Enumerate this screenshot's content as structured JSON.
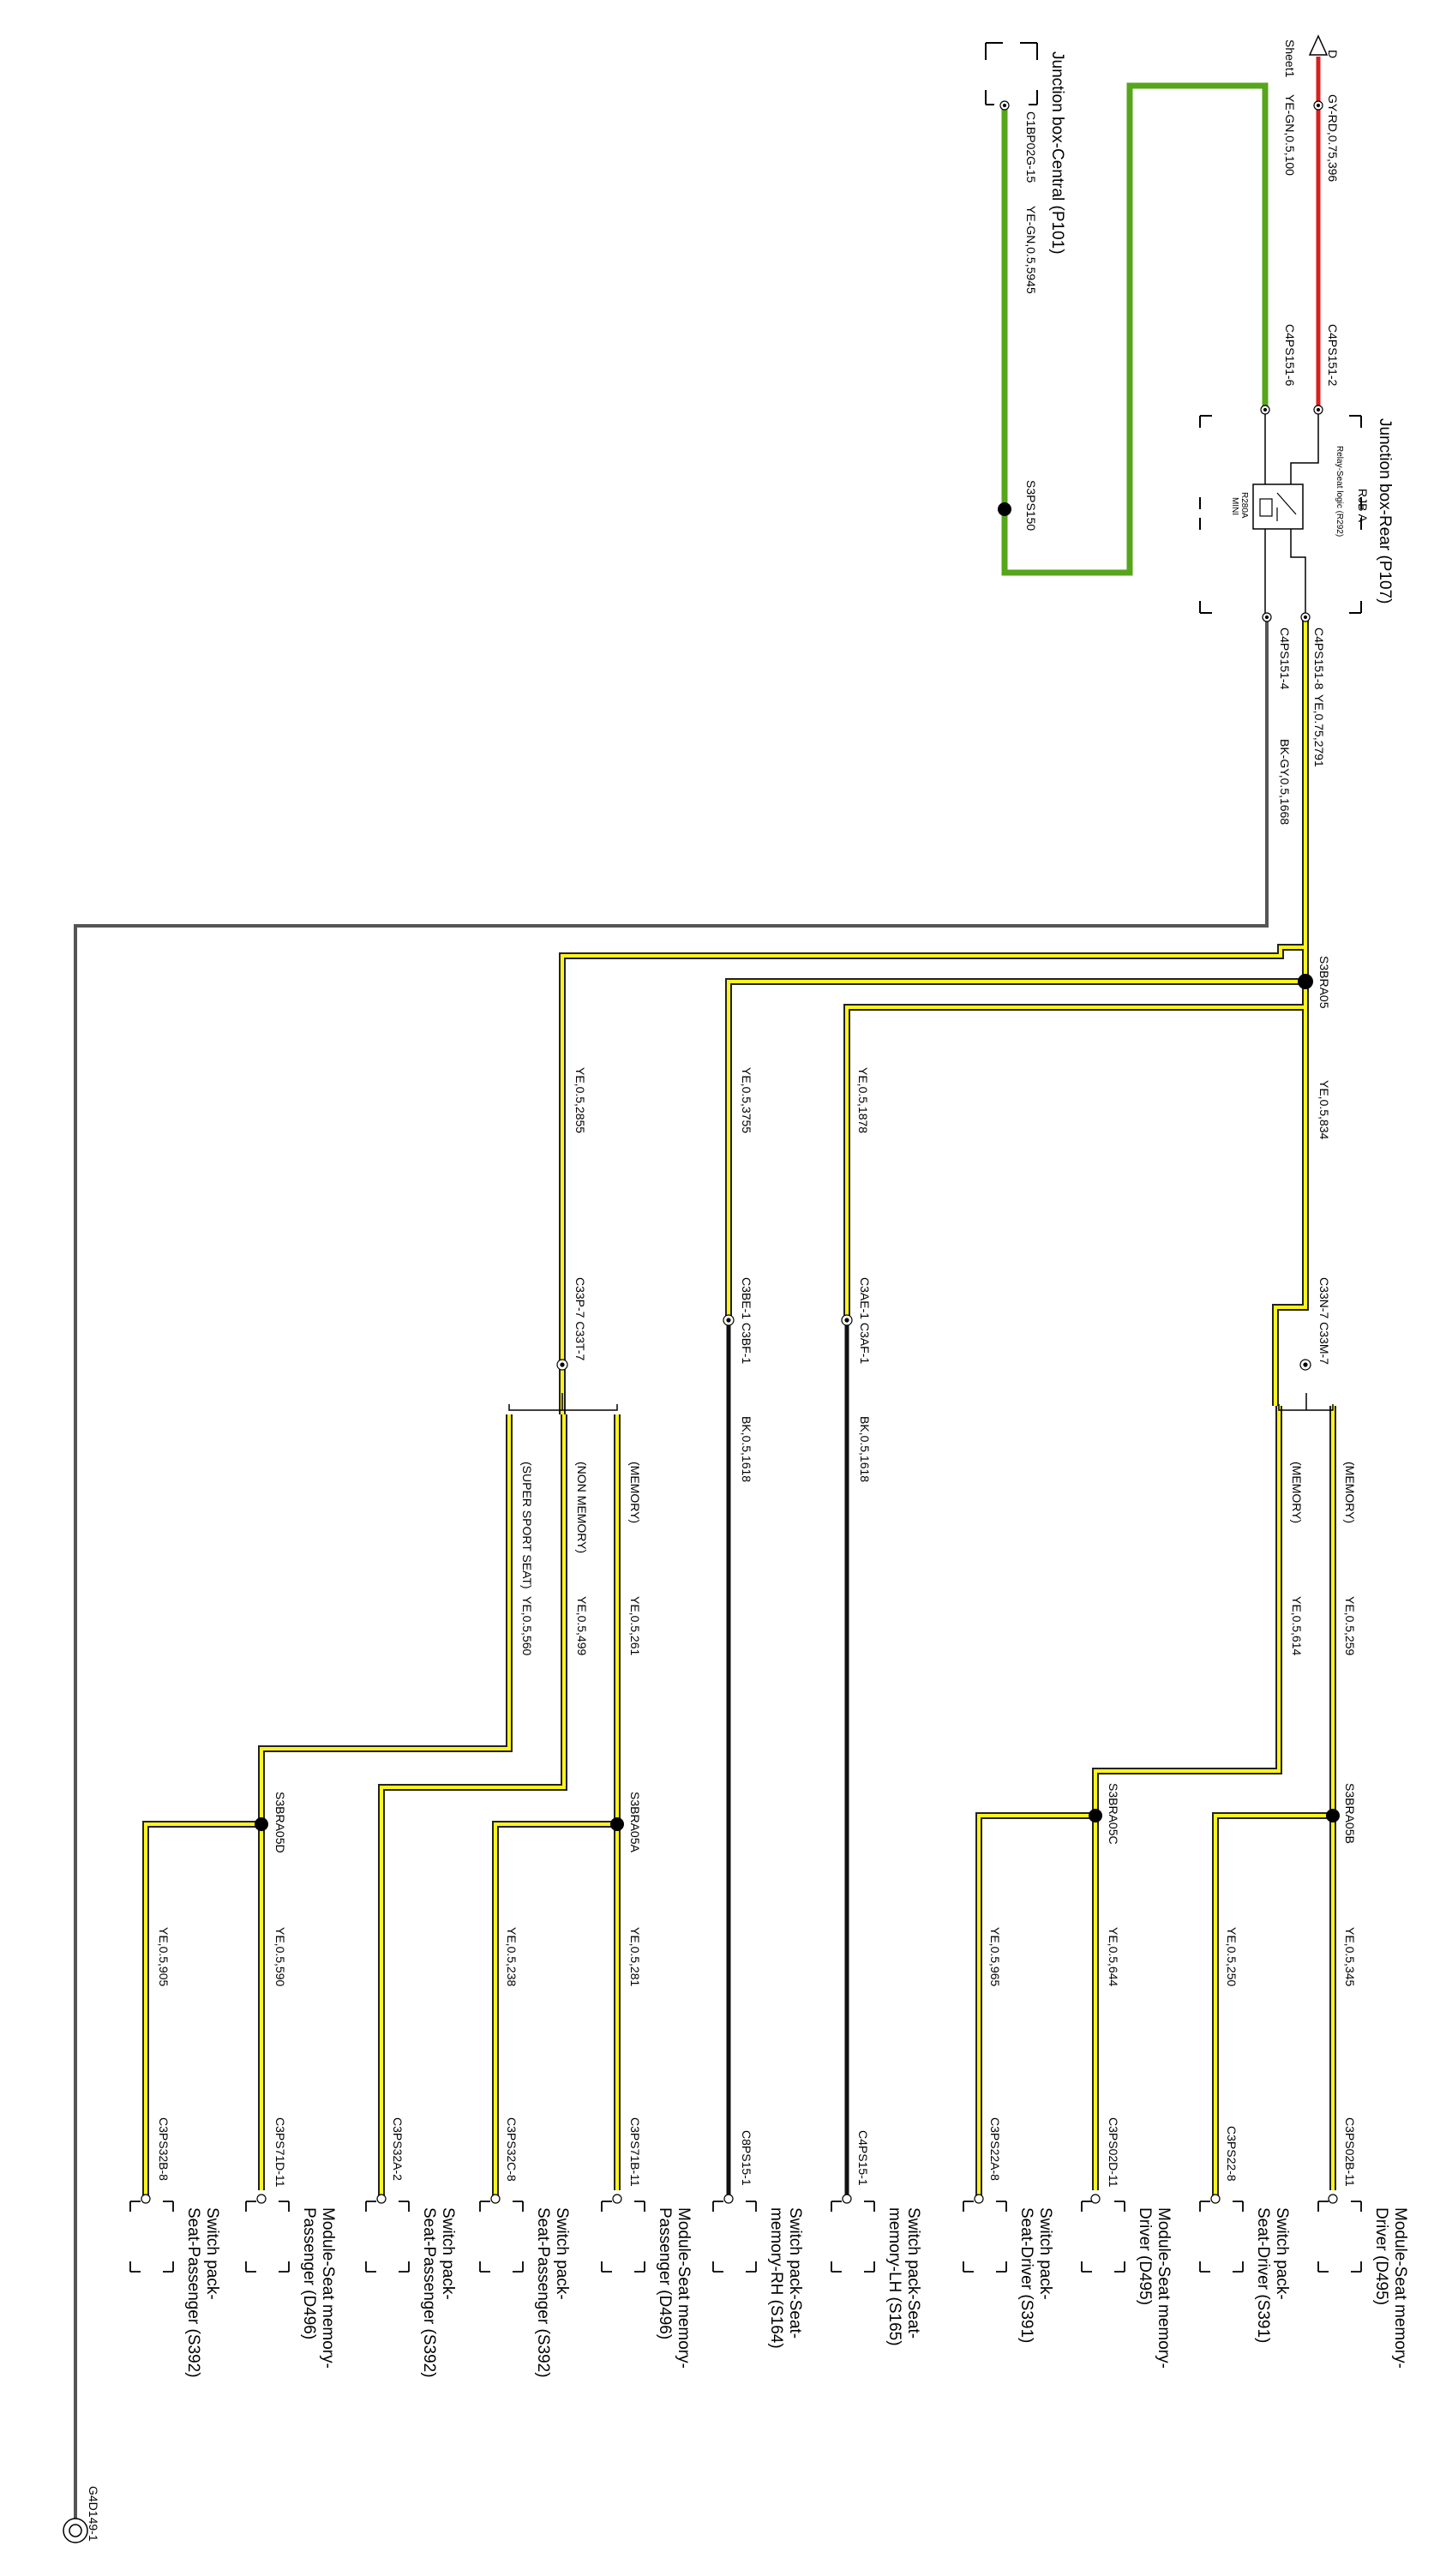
{
  "colors": {
    "yellow": "#d7d200",
    "yellow_fill": "#fffb33",
    "green": "#56a51b",
    "red": "#d92020",
    "gray": "#555555",
    "black": "#111111"
  },
  "sheet_ref": {
    "letter": "D",
    "sheet": "Sheet1"
  },
  "junction_rear": {
    "title": "Junction box-Rear (P107)",
    "sub": "RJB A",
    "relay_label": "Relay-Seat logic (R292)",
    "relay_tag1": "R280A",
    "relay_tag2": "MINI"
  },
  "junction_central": {
    "title": "Junction box-Central (P101)"
  },
  "wires": {
    "gy_rd": "GY-RD,0.75,396",
    "ye_gn_100": "YE-GN,0.5,100",
    "ye_gn_5945": "YE-GN,0.5,5945",
    "ye_2791": "YE,0.75,2791",
    "bk_gy_1668": "BK-GY,0.5,1668",
    "ye_834": "YE,0.5,834",
    "ye_1878": "YE,0.5,1878",
    "ye_3755": "YE,0.5,3755",
    "ye_2855": "YE,0.5,2855",
    "bk_1618a": "BK,0.5,1618",
    "bk_1618b": "BK,0.5,1618",
    "ye_259": "YE,0.5,259",
    "ye_614": "YE,0.5,614",
    "ye_261": "YE,0.5,261",
    "ye_499": "YE,0.5,499",
    "ye_560": "YE,0.5,560",
    "ye_345": "YE,0.5,345",
    "ye_250": "YE,0.5,250",
    "ye_644": "YE,0.5,644",
    "ye_965": "YE,0.5,965",
    "ye_281": "YE,0.5,281",
    "ye_238": "YE,0.5,238",
    "ye_590": "YE,0.5,590",
    "ye_905": "YE,0.5,905"
  },
  "connectors": {
    "c4ps151_2": "C4PS151-2",
    "c4ps151_6": "C4PS151-6",
    "c4ps151_8": "C4PS151-8",
    "c4ps151_4": "C4PS151-4",
    "c1bp02g_15": "C1BP02G-15",
    "s3ps150": "S3PS150",
    "s3bra05": "S3BRA05",
    "c33n7_c33m7": "C33N-7 C33M-7",
    "c3ae1_c3af1": "C3AE-1 C3AF-1",
    "c3be1_c3bf1": "C3BE-1 C3BF-1",
    "c33p7_c33t7": "C33P-7 C33T-7",
    "s3bra05b": "S3BRA05B",
    "s3bra05c": "S3BRA05C",
    "s3bra05a": "S3BRA05A",
    "s3bra05d": "S3BRA05D",
    "c3ps02b_11": "C3PS02B-11",
    "c3ps22_8": "C3PS22-8",
    "c3ps02d_11": "C3PS02D-11",
    "c3ps22a_8": "C3PS22A-8",
    "c4ps15_1": "C4PS15-1",
    "c8ps15_1": "C8PS15-1",
    "c3ps71b_11": "C3PS71B-11",
    "c3ps32c_8": "C3PS32C-8",
    "c3ps32a_2": "C3PS32A-2",
    "c3ps71d_11": "C3PS71D-11",
    "c3ps32b_8": "C3PS32B-8",
    "g4d149_1": "G4D149-1"
  },
  "notes": {
    "memory_a": "(MEMORY)",
    "memory_b": "(MEMORY)",
    "memory_c": "(MEMORY)",
    "non_memory": "(NON MEMORY)",
    "super_sport": "(SUPER SPORT SEAT)"
  },
  "components": {
    "d495a_l1": "Module-Seat memory-",
    "d495a_l2": "Driver (D495)",
    "s391a_l1": "Switch pack-",
    "s391a_l2": "Seat-Driver (S391)",
    "d495b_l1": "Module-Seat memory-",
    "d495b_l2": "Driver (D495)",
    "s391b_l1": "Switch pack-",
    "s391b_l2": "Seat-Driver (S391)",
    "s165_l1": "Switch pack-Seat-",
    "s165_l2": "memory-LH (S165)",
    "s164_l1": "Switch pack-Seat-",
    "s164_l2": "memory-RH (S164)",
    "d496a_l1": "Module-Seat memory-",
    "d496a_l2": "Passenger (D496)",
    "s392a_l1": "Switch pack-",
    "s392a_l2": "Seat-Passenger (S392)",
    "s392b_l1": "Switch pack-",
    "s392b_l2": "Seat-Passenger (S392)",
    "d496b_l1": "Module-Seat memory-",
    "d496b_l2": "Passenger (D496)",
    "s392c_l1": "Switch pack-",
    "s392c_l2": "Seat-Passenger (S392)"
  }
}
